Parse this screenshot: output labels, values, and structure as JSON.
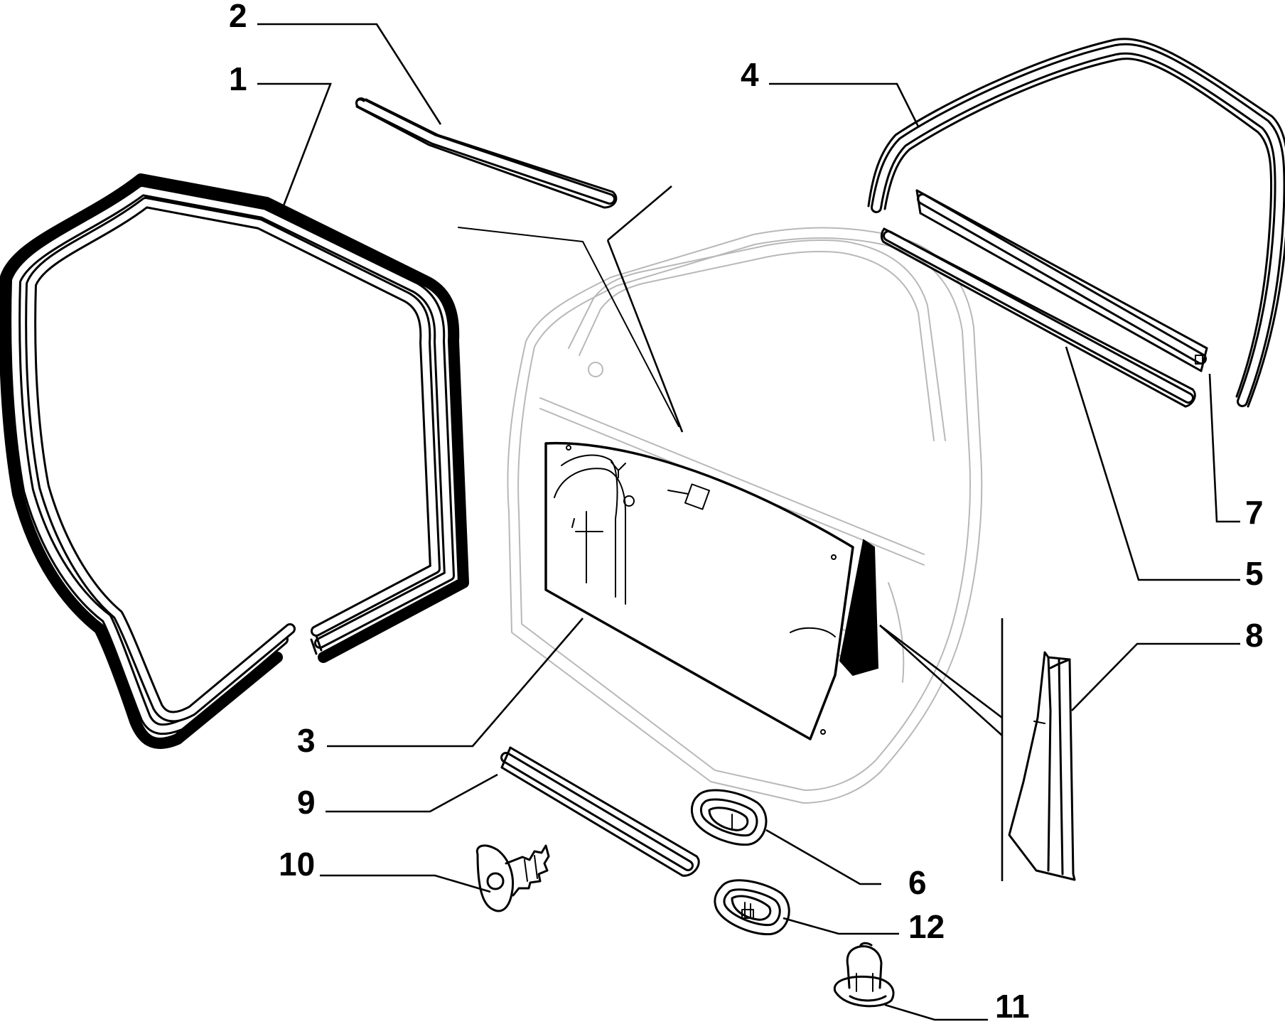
{
  "callouts": [
    {
      "id": "1",
      "label": "1"
    },
    {
      "id": "2",
      "label": "2"
    },
    {
      "id": "3",
      "label": "3"
    },
    {
      "id": "4",
      "label": "4"
    },
    {
      "id": "5",
      "label": "5"
    },
    {
      "id": "6",
      "label": "6"
    },
    {
      "id": "7",
      "label": "7"
    },
    {
      "id": "8",
      "label": "8"
    },
    {
      "id": "9",
      "label": "9"
    },
    {
      "id": "10",
      "label": "10"
    },
    {
      "id": "11",
      "label": "11"
    },
    {
      "id": "12",
      "label": "12"
    }
  ],
  "colors": {
    "line": "#000000",
    "ghost": "#b8b8b8",
    "background": "#ffffff"
  }
}
